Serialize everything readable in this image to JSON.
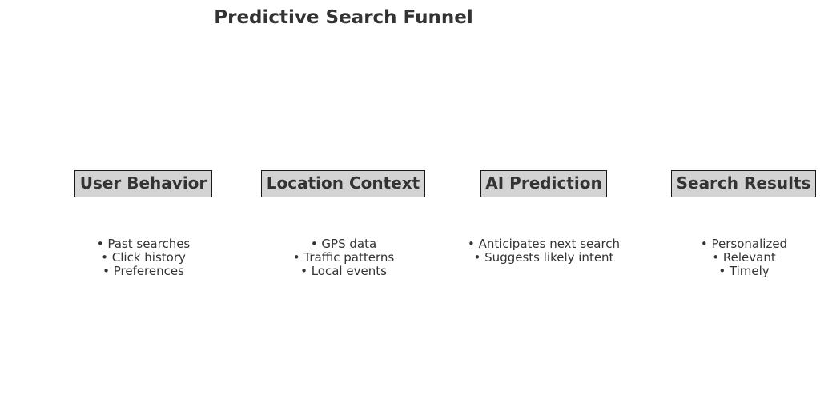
{
  "title": "Predictive Search Funnel",
  "stages": [
    {
      "label": "User Behavior",
      "details": [
        "• Past searches",
        "• Click history",
        "• Preferences"
      ]
    },
    {
      "label": "Location Context",
      "details": [
        "• GPS data",
        "• Traffic patterns",
        "• Local events"
      ]
    },
    {
      "label": "AI Prediction",
      "details": [
        "• Anticipates next search",
        "• Suggests likely intent"
      ]
    },
    {
      "label": "Search Results",
      "details": [
        "• Personalized",
        "• Relevant",
        "• Timely"
      ]
    }
  ],
  "colors": {
    "box_fill": "#d3d3d3",
    "box_border": "#1a1a1a",
    "text": "#333333"
  }
}
